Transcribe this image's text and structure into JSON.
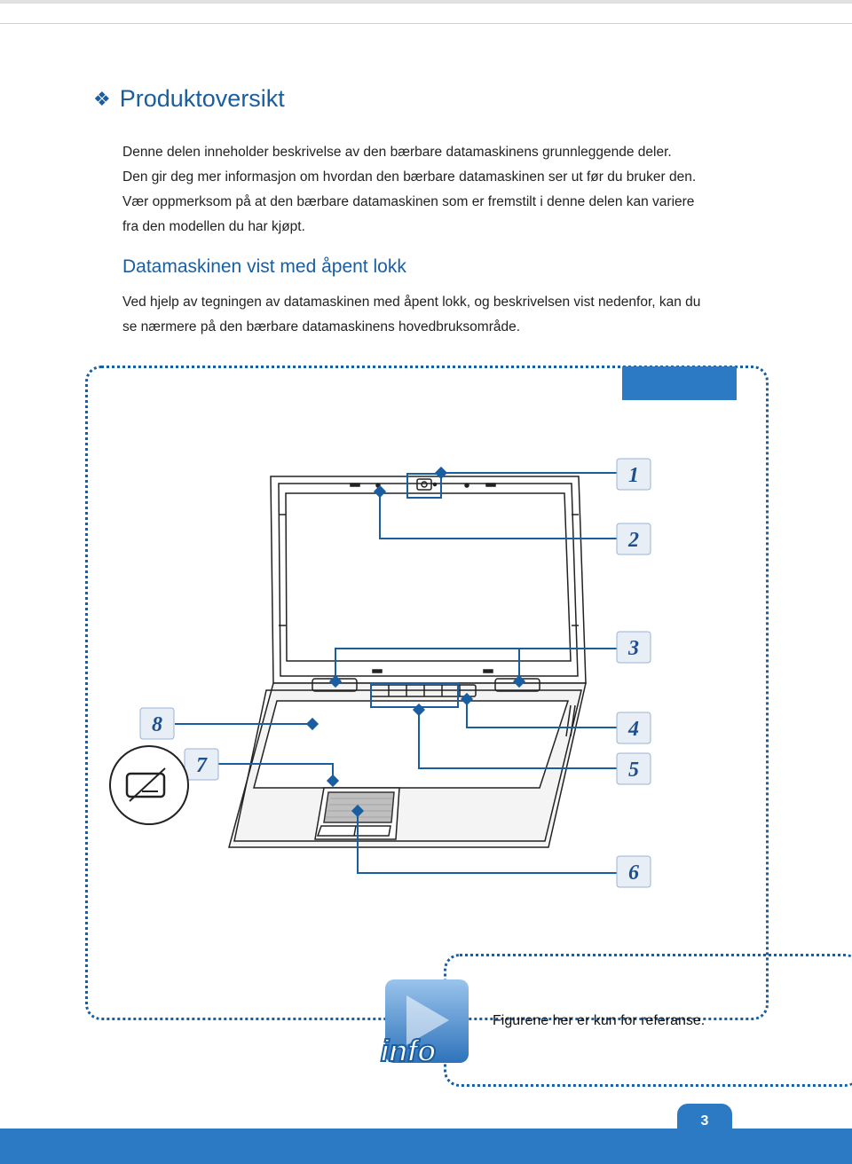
{
  "section_title": "Produktoversikt",
  "intro_lines": [
    "Denne delen inneholder beskrivelse av den bærbare datamaskinens grunnleggende deler.",
    "Den gir deg mer informasjon om hvordan den bærbare datamaskinen ser ut før du bruker den.",
    "Vær oppmerksom på at den bærbare datamaskinen som er fremstilt i denne delen kan variere",
    "fra den modellen du har kjøpt."
  ],
  "subheading": "Datamaskinen vist med åpent lokk",
  "body_lines": [
    "Ved hjelp av tegningen av datamaskinen med åpent lokk, og beskrivelsen vist nedenfor, kan du",
    "se nærmere på den bærbare datamaskinens hovedbruksområde."
  ],
  "callouts": [
    "1",
    "2",
    "3",
    "4",
    "5",
    "6",
    "7",
    "8"
  ],
  "info_logo_text": "info",
  "info_note": "Figurene her er kun for referanse.",
  "page_number": "3",
  "colors": {
    "accent": "#1a5ea2",
    "tab_blue": "#2d7ac4",
    "label_blue": "#1e4f8a"
  }
}
